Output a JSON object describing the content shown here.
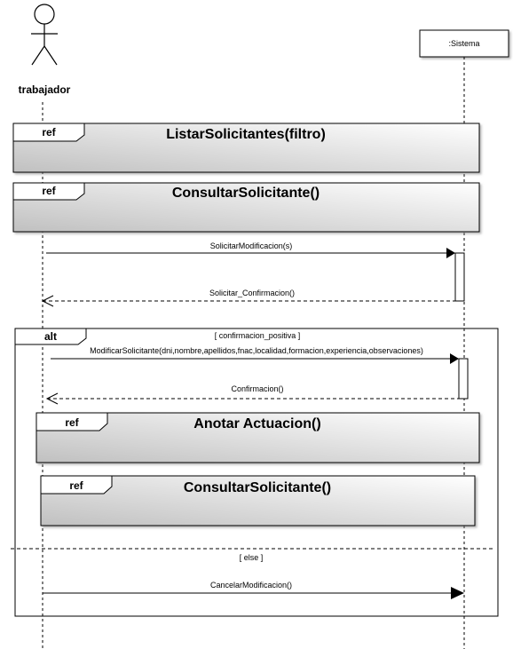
{
  "actor": {
    "name": "trabajador",
    "icon": "stick-figure-icon"
  },
  "system": {
    "label": ":Sistema"
  },
  "refs": [
    {
      "tag": "ref",
      "title": "ListarSolicitantes(filtro)"
    },
    {
      "tag": "ref",
      "title": "ConsultarSolicitante()"
    },
    {
      "tag": "ref",
      "title": "Anotar Actuacion()"
    },
    {
      "tag": "ref",
      "title": "ConsultarSolicitante()"
    }
  ],
  "messages": [
    {
      "label": "SolicitarModificacion(s)",
      "kind": "sync"
    },
    {
      "label": "Solicitar_Confirmacion()",
      "kind": "return"
    },
    {
      "label": "ModificarSolicitante(dni,nombre,apellidos,fnac,localidad,formacion,experiencia,observaciones)",
      "kind": "sync"
    },
    {
      "label": "Confirmacion()",
      "kind": "return"
    },
    {
      "label": "CancelarModificacion()",
      "kind": "sync"
    }
  ],
  "alt": {
    "tag": "alt",
    "guard_positive": "[ confirmacion_positiva ]",
    "guard_else": "[ else ]"
  },
  "colors": {
    "gradient_light": "#ffffff",
    "gradient_dark": "#c0c0c0",
    "line": "#000000"
  }
}
